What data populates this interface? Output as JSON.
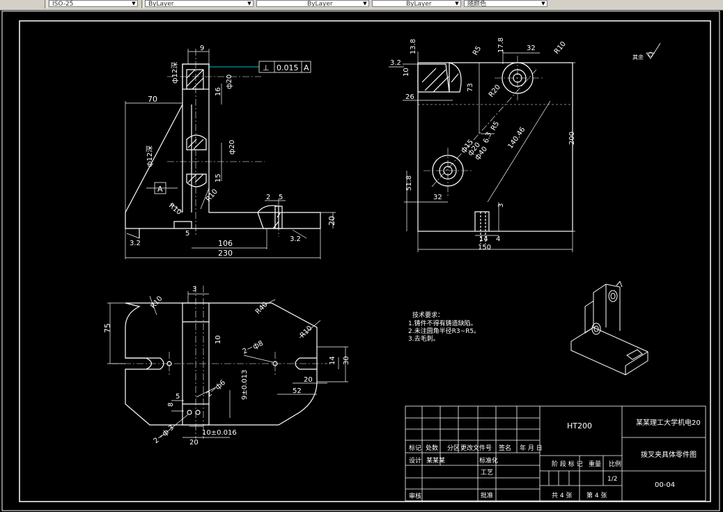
{
  "toolbar": {
    "combos": [
      {
        "value": "ISO-25"
      },
      {
        "value": "ByLayer"
      },
      {
        "value": "ByLayer"
      },
      {
        "value": "ByLayer"
      },
      {
        "value": "随颜色"
      }
    ]
  },
  "drawing": {
    "front_view": {
      "dims": {
        "d9": "9",
        "d70": "70",
        "d106": "106",
        "d230": "230",
        "d20": "20",
        "d5": "5",
        "d2": "2",
        "d5b": "5",
        "d32a": "3.2",
        "d32b": "3.2",
        "dia12a": "ф12深",
        "dia20a": "ф20",
        "d16": "16",
        "dia20b": "ф20",
        "dia12b": "ф12深",
        "r10a": "R10",
        "r10b": "R10",
        "d15": "15"
      },
      "tolerance": {
        "symbol": "⊥",
        "value": "0.015",
        "datum": "A"
      },
      "datum_label": "A"
    },
    "side_view": {
      "dims": {
        "d32s": "3.2",
        "d138": "13.8",
        "d10": "10",
        "d26": "26",
        "r5a": "R5",
        "d178": "17.8",
        "d32t": "32",
        "r10": "R10",
        "d73": "73",
        "r20": "R20",
        "r5b": "R5",
        "r63": "6.3",
        "d14046": "140.46",
        "d200": "200",
        "dia15": "ф15",
        "dia20": "ф20",
        "dia40": "ф40",
        "d518": "51.8",
        "d32b": "32",
        "d3": "3",
        "d14": "14",
        "d4": "4",
        "d150": "150"
      },
      "roughness_label": "其余"
    },
    "top_view": {
      "dims": {
        "d3": "3",
        "r10a": "R10",
        "r40": "R40",
        "r10b": "R10",
        "d75": "75",
        "d10": "10",
        "hole_2": "2－ф8",
        "d14": "14",
        "d30": "30",
        "d20": "20",
        "d52": "52",
        "d5": "5",
        "d8": "8",
        "hole_2b": "2－ф6",
        "d9tol": "9±0.013",
        "d2dia3": "2－ф 3",
        "d20b": "20",
        "d10tol": "10±0.016"
      }
    },
    "notes": {
      "title": "技术要求：",
      "items": [
        "1.铸件不得有铸造缺陷。",
        "2.未注圆角半径R3~R5。",
        "3.去毛刺。"
      ]
    },
    "title_block": {
      "material": "HT200",
      "org": "某某理工大学机电20",
      "part_name": "拨叉夹具体零件图",
      "drawing_no": "00-04",
      "scale": "1/2",
      "labels": {
        "mark": "标记",
        "count": "处数",
        "zone": "分区",
        "change_doc": "更改文件号",
        "sign": "签名",
        "date": "年 月 日",
        "design": "设计",
        "designer": "某某某",
        "std": "标准化",
        "process": "工艺",
        "review": "审核",
        "approve": "批准",
        "stage": "阶 段 标 记",
        "weight": "重量",
        "ratio": "比例",
        "total": "共 4 张",
        "sheet": "第 4 张"
      }
    }
  }
}
